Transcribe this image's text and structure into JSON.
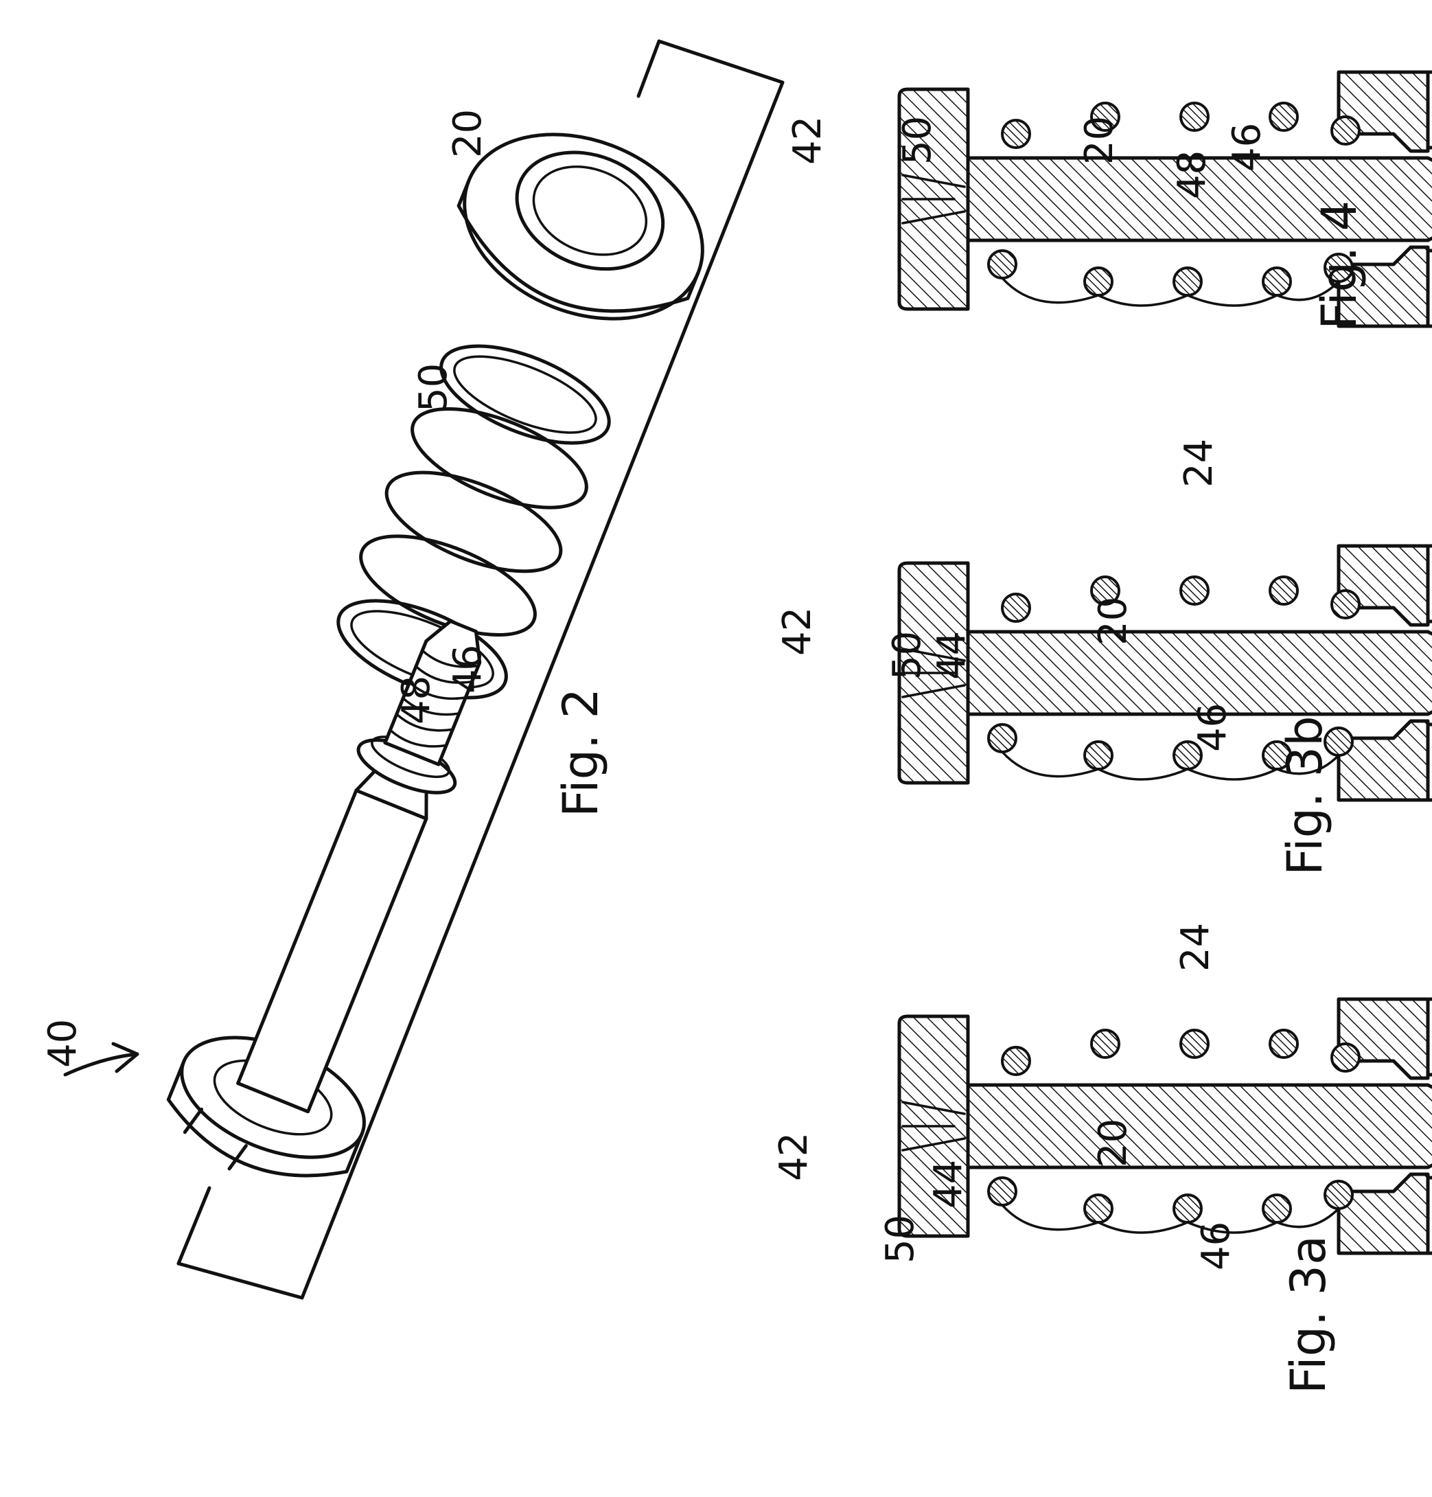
{
  "figures": {
    "fig2": {
      "caption": "Fig. 2"
    },
    "fig3a": {
      "caption": "Fig. 3a"
    },
    "fig3b": {
      "caption": "Fig. 3b"
    },
    "fig4": {
      "caption": "Fig. 4"
    }
  },
  "labels": {
    "fig2": {
      "assembly": "40",
      "thread": "46",
      "collar": "48",
      "spring": "50",
      "bushing": "20"
    },
    "fig3a": {
      "head": "42",
      "spring": "50",
      "shank": "44",
      "bushing": "20",
      "thread": "46"
    },
    "fig3b": {
      "head": "42",
      "spring": "50",
      "shank": "44",
      "bushing": "20",
      "thread": "46",
      "seat": "24"
    },
    "fig4": {
      "head": "42",
      "spring": "50",
      "bushing": "20",
      "collar": "48",
      "thread": "46",
      "seat": "24"
    }
  }
}
